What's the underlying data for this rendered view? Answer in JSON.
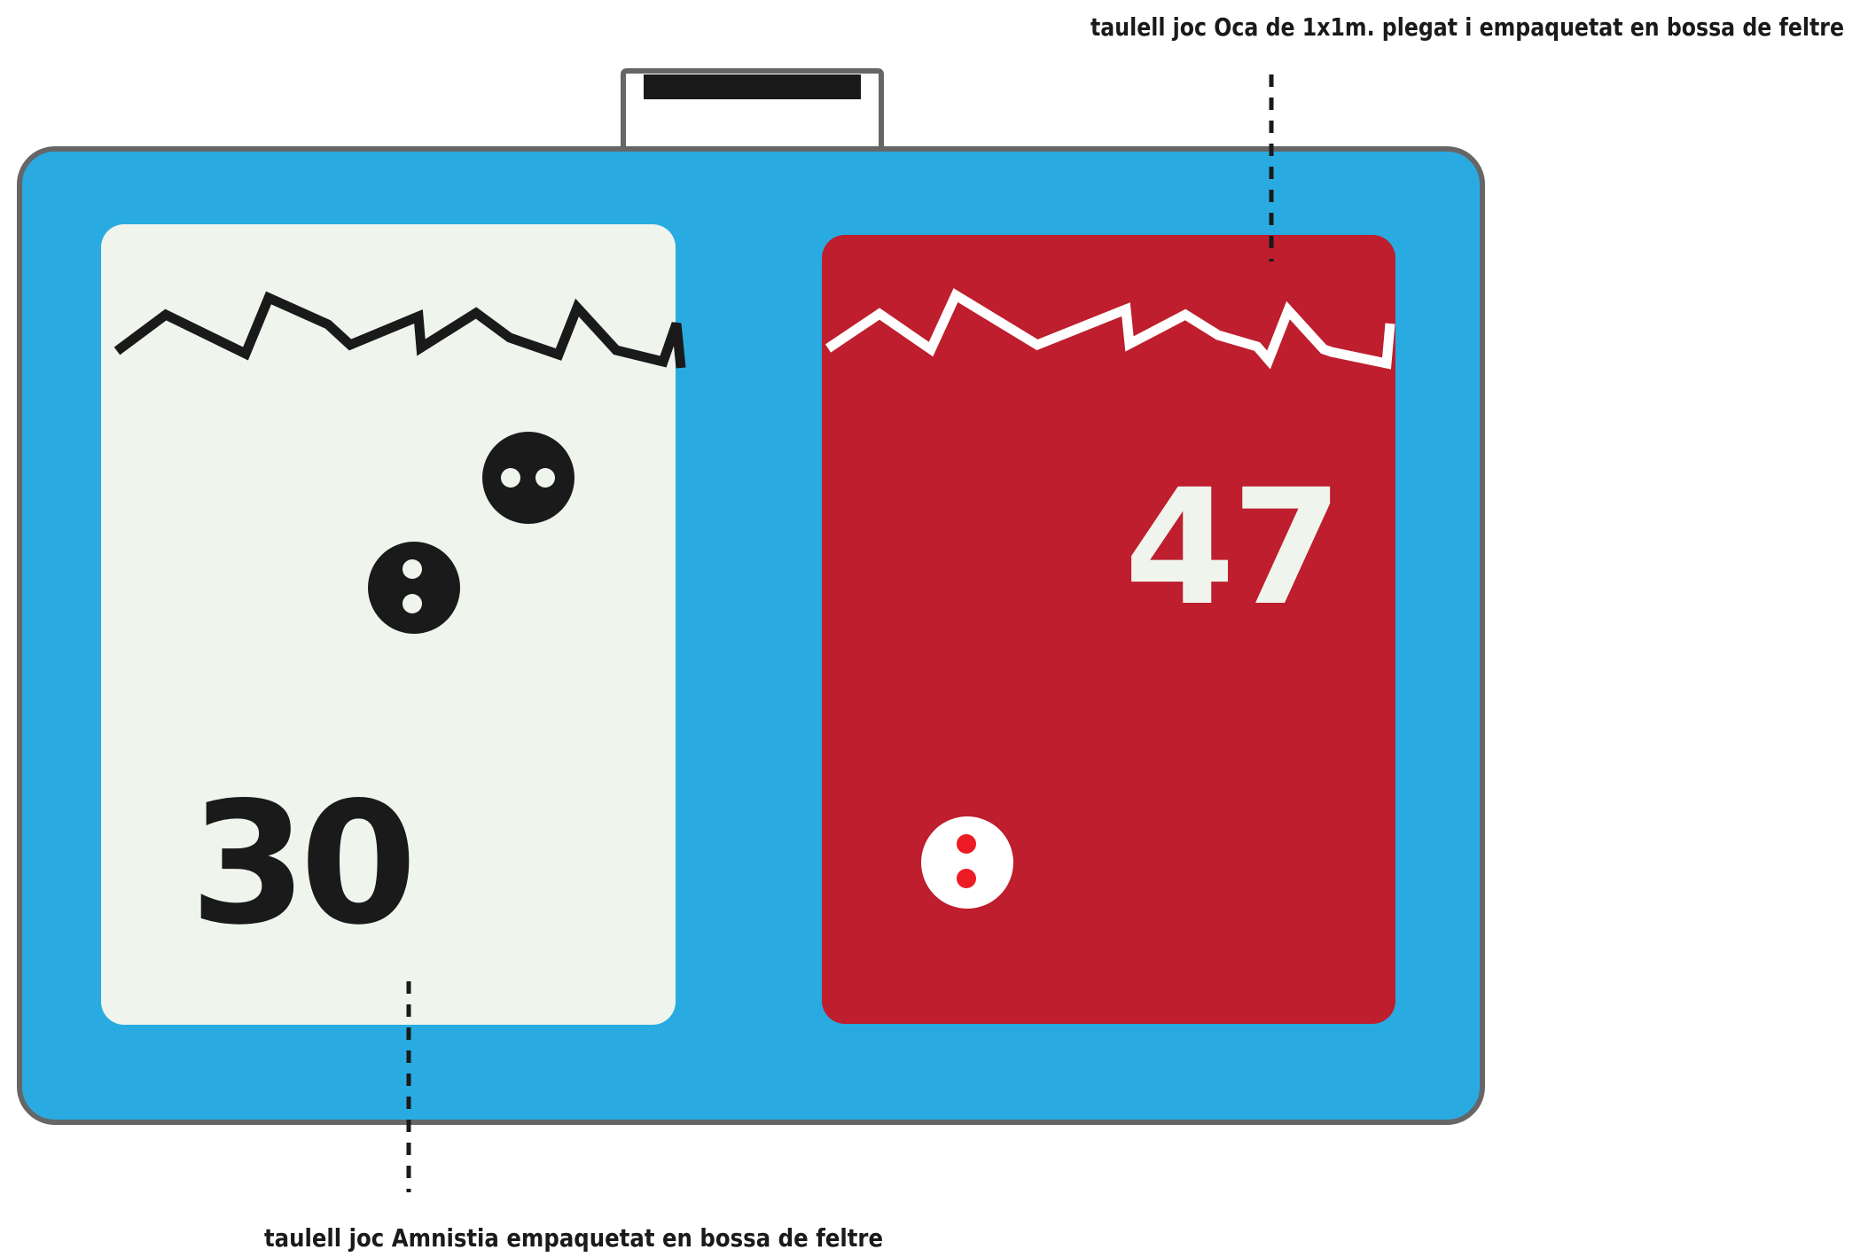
{
  "callouts": {
    "top_right": "taulell joc Oca de 1x1m. plegat i empaquetat  en bossa de feltre",
    "bottom": "taulell joc Amnistia empaquetat  en bossa de feltre"
  },
  "left_board": {
    "number": "30"
  },
  "right_board": {
    "number": "47"
  },
  "colors": {
    "case_blue": "#29abe2",
    "case_outline": "#666666",
    "left_board_fill": "#eff5ec",
    "right_board_fill": "#be1e2d",
    "dark_ink": "#1a1a1a",
    "light_ink": "#eff5ec",
    "pip_red": "#ed1c24"
  }
}
